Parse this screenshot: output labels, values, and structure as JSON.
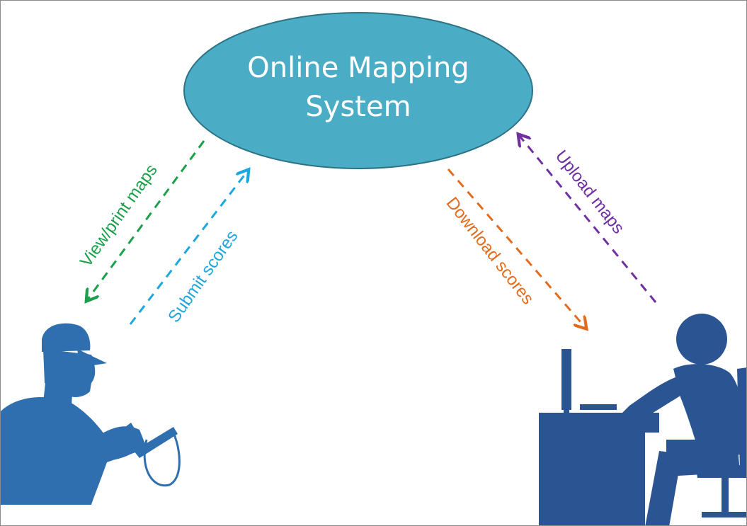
{
  "diagram": {
    "system": {
      "line1": "Online Mapping",
      "line2": "System",
      "fill": "#4bacc6",
      "stroke": "#2c7385"
    },
    "actors": {
      "field_user_icon": "person-writing-on-clipboard-icon",
      "desk_user_icon": "person-at-computer-desk-icon",
      "color": "#2f6fb0"
    },
    "flows": [
      {
        "label": "View/print maps",
        "color": "#1aa04a"
      },
      {
        "label": "Submit scores",
        "color": "#1ea7dd"
      },
      {
        "label": "Download scores",
        "color": "#e36c1c"
      },
      {
        "label": "Upload maps",
        "color": "#7030a0"
      }
    ]
  }
}
